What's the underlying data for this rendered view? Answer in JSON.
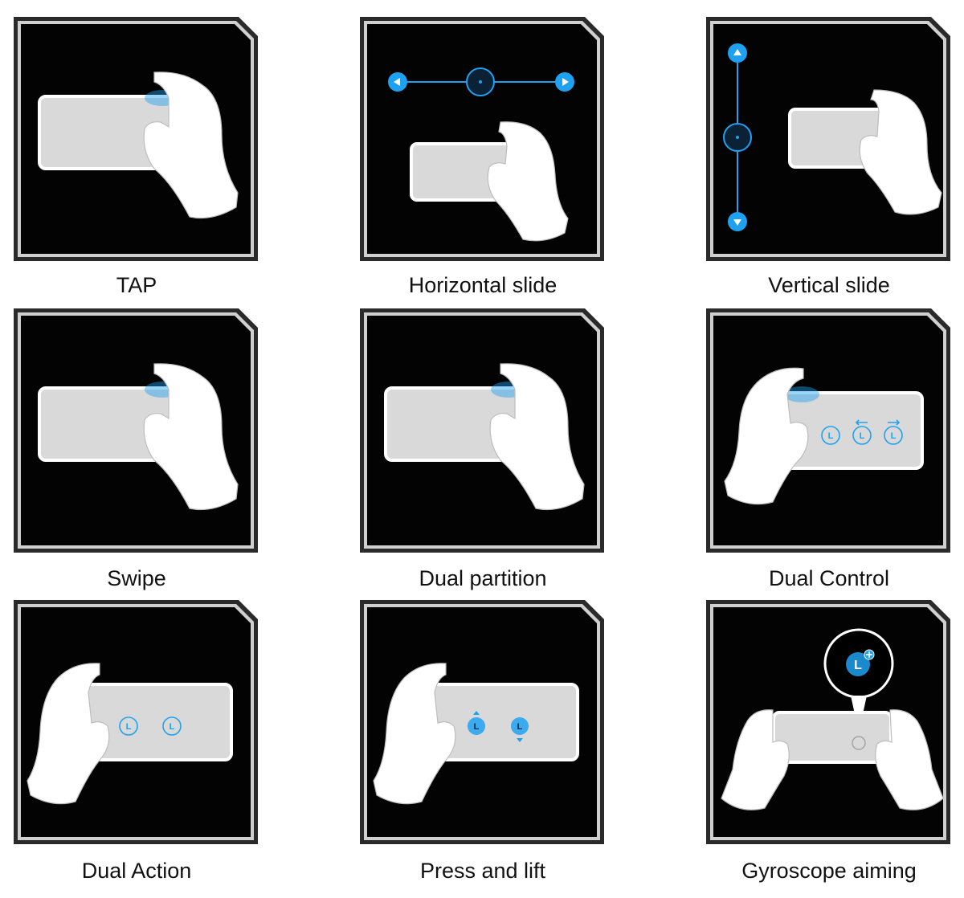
{
  "colors": {
    "frame_outer": "#2a2a2a",
    "frame_inner": "#d0d0d0",
    "panel": "#030303",
    "phone_fill": "#d9d9d9",
    "phone_edge": "#ffffff",
    "accent": "#1fa1f2",
    "hand": "#ffffff"
  },
  "gestures": [
    {
      "label": "TAP",
      "icon": "tap-gesture-icon"
    },
    {
      "label": "Horizontal slide",
      "icon": "horizontal-slide-icon"
    },
    {
      "label": "Vertical slide",
      "icon": "vertical-slide-icon"
    },
    {
      "label": "Swipe",
      "icon": "swipe-gesture-icon"
    },
    {
      "label": "Dual partition",
      "icon": "dual-partition-icon"
    },
    {
      "label": "Dual Control",
      "icon": "dual-control-icon"
    },
    {
      "label": "Dual Action",
      "icon": "dual-action-icon"
    },
    {
      "label": "Press and lift",
      "icon": "press-and-lift-icon"
    },
    {
      "label": "Gyroscope aiming",
      "icon": "gyroscope-aiming-icon"
    }
  ],
  "button_glyph": "L"
}
